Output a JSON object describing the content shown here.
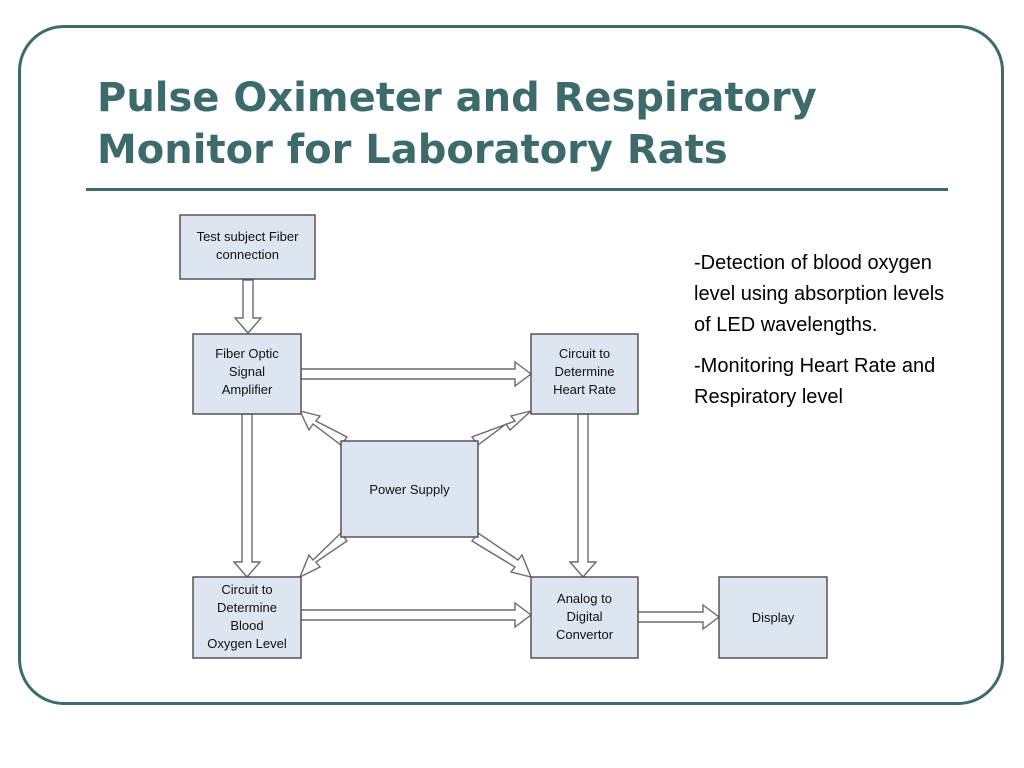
{
  "slide": {
    "title_lines": [
      "Pulse Oximeter and Respiratory",
      "Monitor for Laboratory Rats"
    ],
    "accent_color": "#3d6b6b"
  },
  "diagram": {
    "boxes": {
      "test_subject": [
        "Test subject Fiber",
        "connection"
      ],
      "amplifier": [
        "Fiber Optic",
        "Signal",
        "Amplifier"
      ],
      "heart_rate": [
        "Circuit to",
        "Determine",
        "Heart Rate"
      ],
      "power_supply": [
        "Power Supply"
      ],
      "blood_oxygen": [
        "Circuit to",
        "Determine",
        "Blood",
        "Oxygen Level"
      ],
      "adc": [
        "Analog to",
        "Digital",
        "Convertor"
      ],
      "display": [
        "Display"
      ]
    },
    "box_fill": "#dde5f1"
  },
  "bullets": [
    "-Detection of blood oxygen level using absorption levels of LED wavelengths.",
    "-Monitoring Heart Rate and Respiratory level"
  ]
}
